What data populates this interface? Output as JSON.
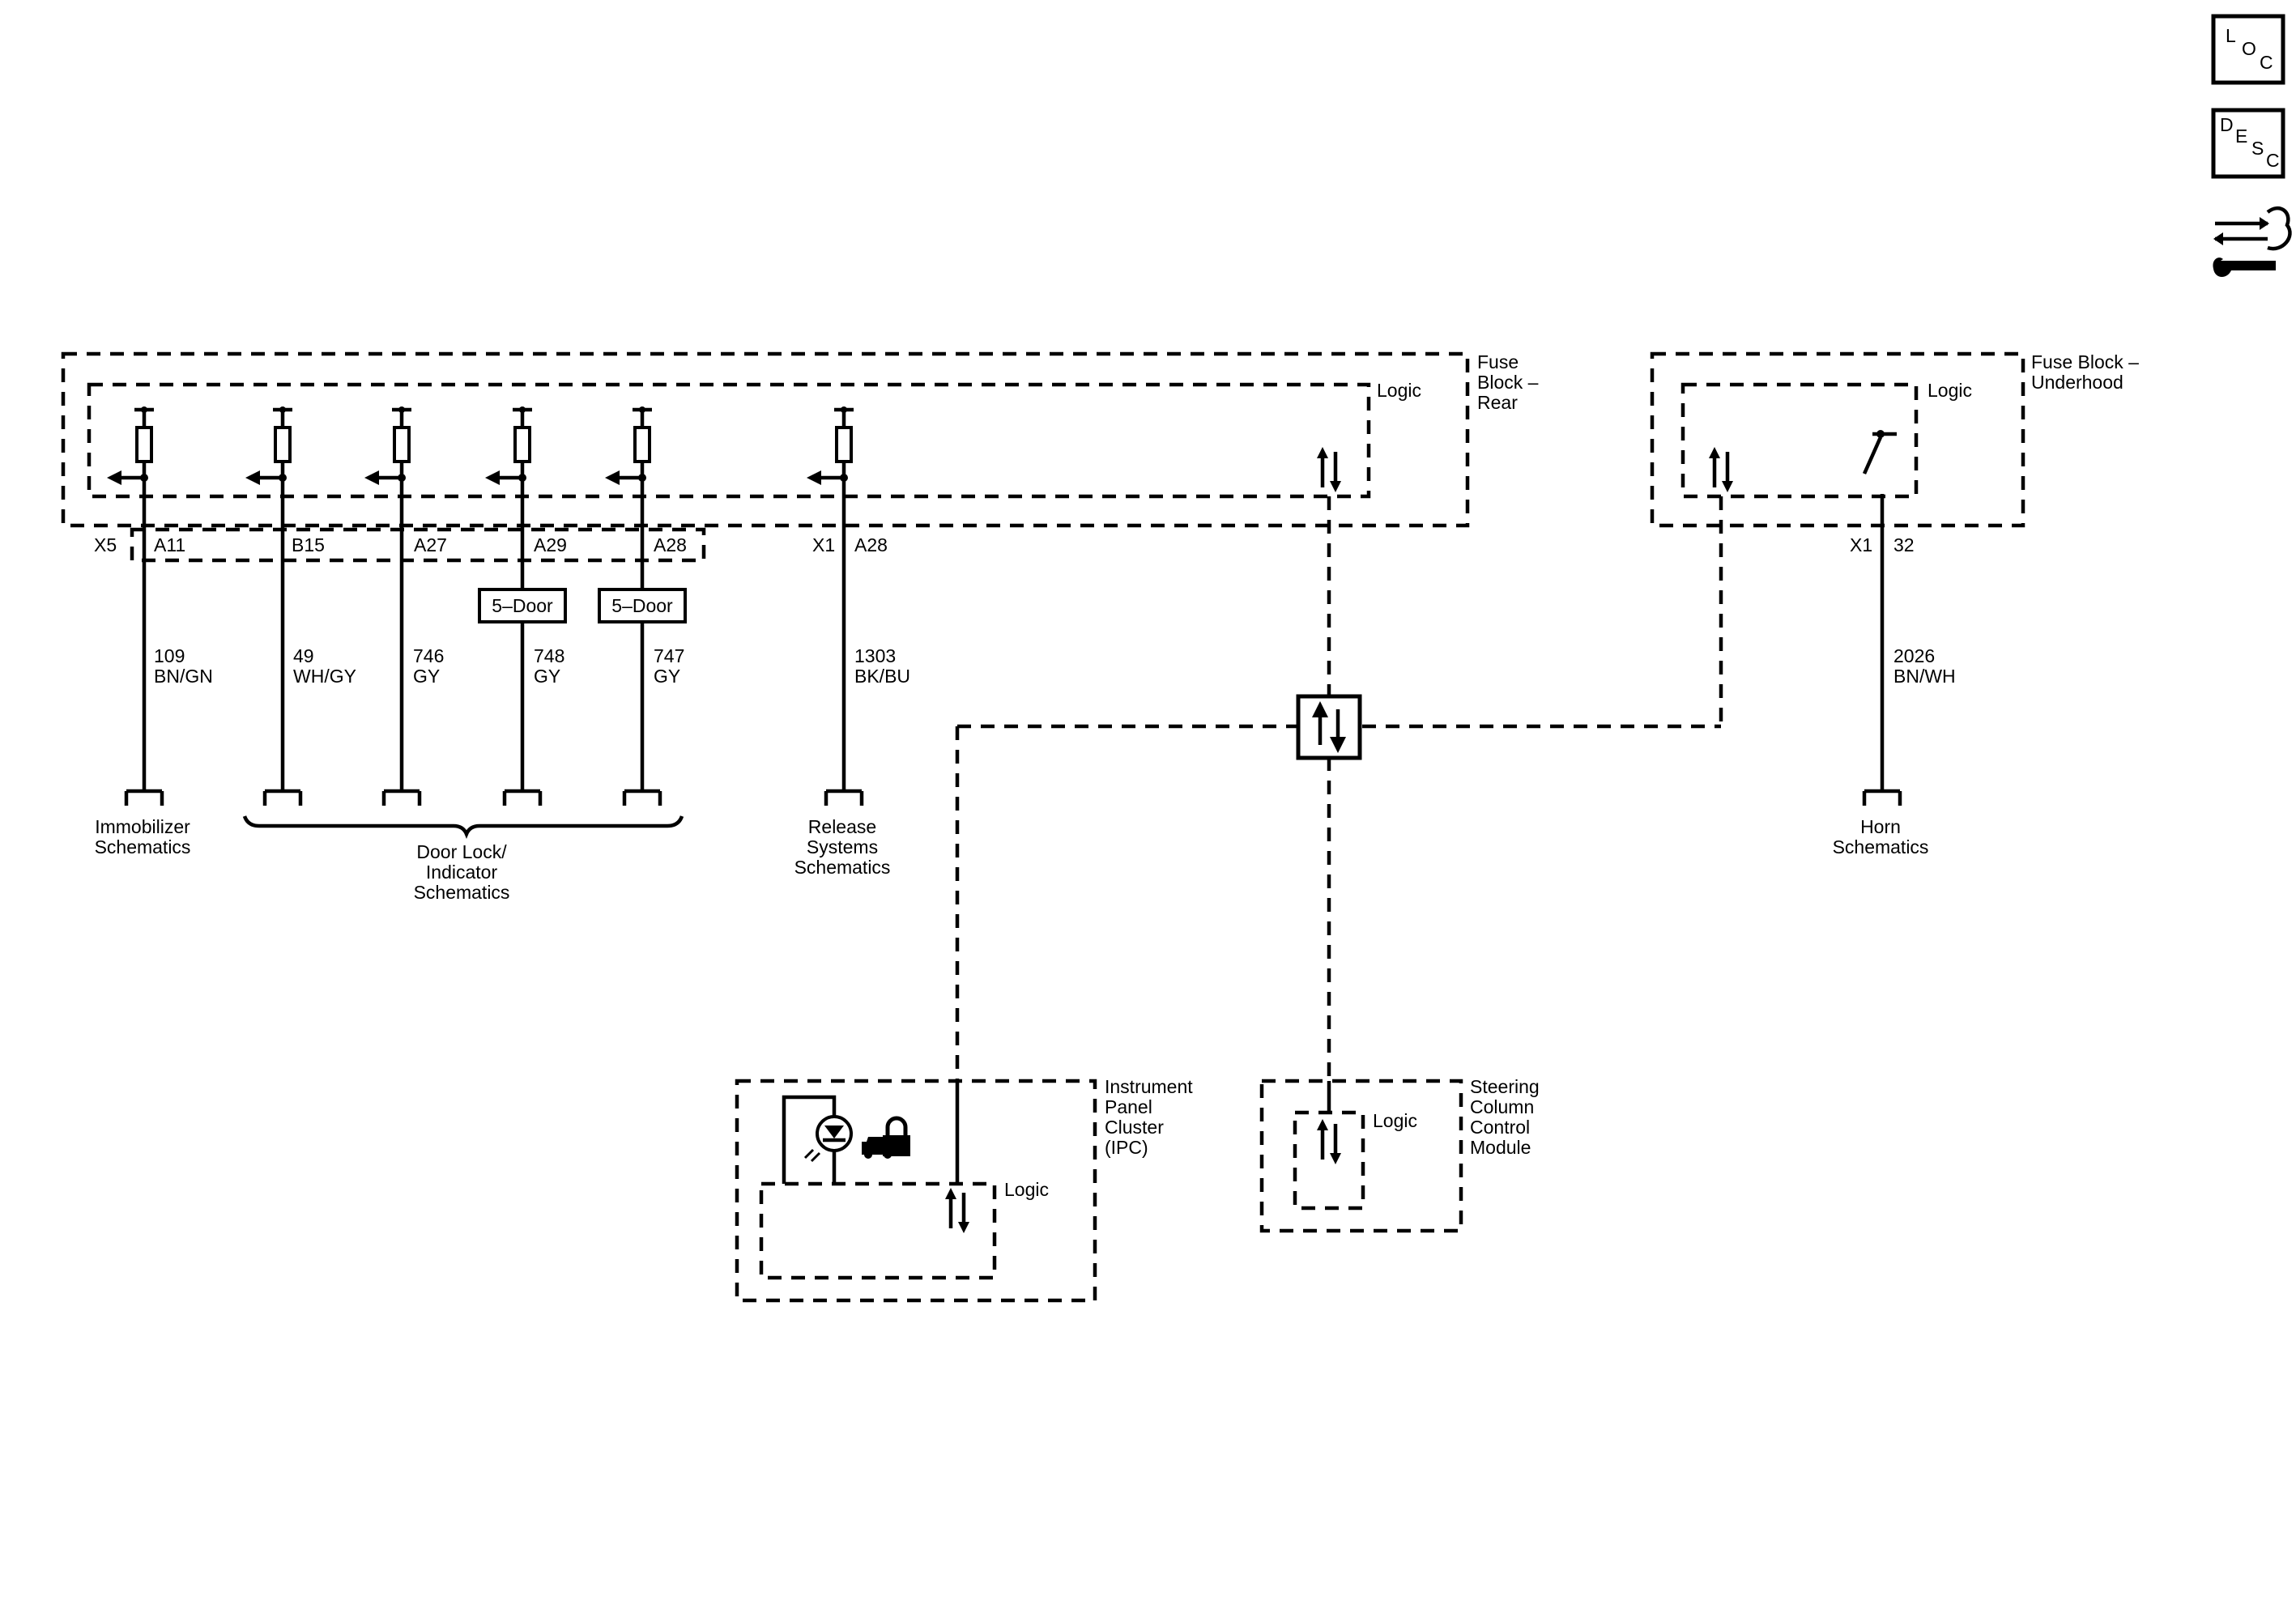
{
  "nav_icons": {
    "loc": {
      "l1": "L",
      "l2": "O",
      "l3": "C"
    },
    "desc": {
      "l1": "D",
      "l2": "E",
      "l3": "S",
      "l4": "C"
    }
  },
  "modules": {
    "fuse_block_rear": {
      "name_l1": "Fuse",
      "name_l2": "Block –",
      "name_l3": "Rear",
      "logic": "Logic"
    },
    "fuse_block_underhood": {
      "name_l1": "Fuse Block –",
      "name_l2": "Underhood",
      "logic": "Logic"
    },
    "ipc": {
      "name_l1": "Instrument",
      "name_l2": "Panel",
      "name_l3": "Cluster",
      "name_l4": "(IPC)",
      "logic": "Logic"
    },
    "sccm": {
      "name_l1": "Steering",
      "name_l2": "Column",
      "name_l3": "Control",
      "name_l4": "Module",
      "logic": "Logic"
    }
  },
  "connectors": {
    "x5": "X5",
    "x1_rear": "X1",
    "x1_underhood": "X1",
    "pins": {
      "a11": "A11",
      "b15": "B15",
      "a27": "A27",
      "a29": "A29",
      "a28_x5": "A28",
      "a28_x1": "A28",
      "p32": "32"
    }
  },
  "options": {
    "five_door_1": "5–Door",
    "five_door_2": "5–Door"
  },
  "circuits": {
    "c109": {
      "num": "109",
      "color": "BN/GN"
    },
    "c49": {
      "num": "49",
      "color": "WH/GY"
    },
    "c746": {
      "num": "746",
      "color": "GY"
    },
    "c748": {
      "num": "748",
      "color": "GY"
    },
    "c747": {
      "num": "747",
      "color": "GY"
    },
    "c1303": {
      "num": "1303",
      "color": "BK/BU"
    },
    "c2026": {
      "num": "2026",
      "color": "BN/WH"
    }
  },
  "references": {
    "immobilizer": {
      "l1": "Immobilizer",
      "l2": "Schematics"
    },
    "door_lock": {
      "l1": "Door Lock/",
      "l2": "Indicator",
      "l3": "Schematics"
    },
    "release": {
      "l1": "Release",
      "l2": "Systems",
      "l3": "Schematics"
    },
    "horn": {
      "l1": "Horn",
      "l2": "Schematics"
    }
  }
}
